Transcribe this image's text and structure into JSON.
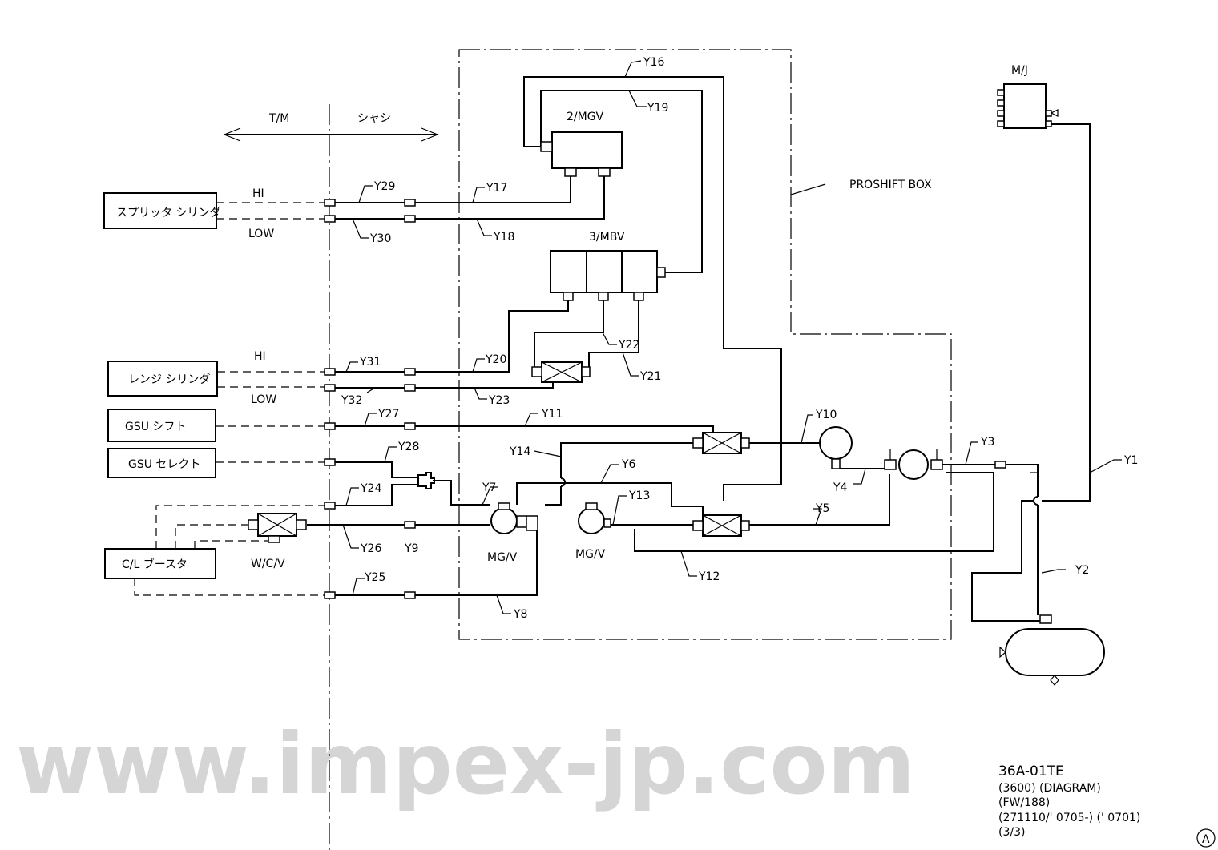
{
  "diagram": {
    "zone_left": "T/M",
    "zone_right": "シャシ",
    "proshift_box": "PROSHIFT BOX",
    "components": {
      "splitter": "スプリッタ シリンダ",
      "range": "レンジ シリンダ",
      "gsu_shift": "GSU シフト",
      "gsu_select": "GSU セレクト",
      "cl_booster": "C/L ブースタ",
      "wcv": "W/C/V",
      "mgv2": "2/MGV",
      "mbv3": "3/MBV",
      "mgv_a": "MG/V",
      "mgv_b": "MG/V",
      "mj": "M/J"
    },
    "labels": {
      "hi1": "HI",
      "low1": "LOW",
      "hi2": "HI",
      "low2": "LOW"
    },
    "pipes": {
      "y1": "Y1",
      "y2": "Y2",
      "y3": "Y3",
      "y4": "Y4",
      "y5": "Y5",
      "y6": "Y6",
      "y7": "Y7",
      "y8": "Y8",
      "y9": "Y9",
      "y10": "Y10",
      "y11": "Y11",
      "y12": "Y12",
      "y13": "Y13",
      "y14": "Y14",
      "y16": "Y16",
      "y17": "Y17",
      "y18": "Y18",
      "y19": "Y19",
      "y20": "Y20",
      "y21": "Y21",
      "y22": "Y22",
      "y23": "Y23",
      "y24": "Y24",
      "y25": "Y25",
      "y26": "Y26",
      "y27": "Y27",
      "y28": "Y28",
      "y29": "Y29",
      "y30": "Y30",
      "y31": "Y31",
      "y32": "Y32"
    }
  },
  "title_block": {
    "code": "36A-01TE",
    "line1": "(3600) (DIAGRAM)",
    "line2": "(FW/188)",
    "line3": "(271110/' 0705-) (' 0701)",
    "line4": "(3/3)",
    "mark": "A"
  },
  "watermark": "www.impex-jp.com"
}
